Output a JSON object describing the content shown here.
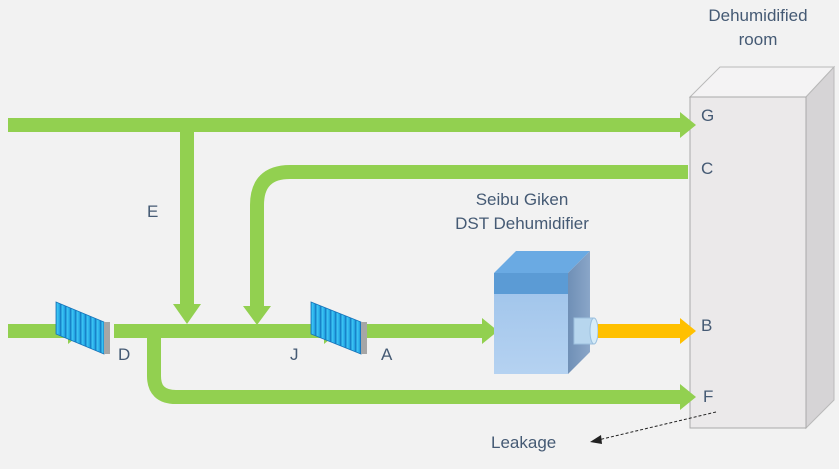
{
  "room": {
    "title_line1": "Dehumidified",
    "title_line2": "room"
  },
  "unit": {
    "title_line1": "Seibu Giken",
    "title_line2": "DST Dehumidifier"
  },
  "points": {
    "G": "G",
    "C": "C",
    "B": "B",
    "F": "F",
    "E": "E",
    "D": "D",
    "J": "J",
    "A": "A"
  },
  "leakage": "Leakage",
  "colors": {
    "air_flow": "#92d050",
    "dry_air": "#ffc000",
    "room_face": "#ebe9ea",
    "unit_blue": "#5b9bd5",
    "filter_blue": "#2ab7f0",
    "label_text": "#455a74"
  }
}
